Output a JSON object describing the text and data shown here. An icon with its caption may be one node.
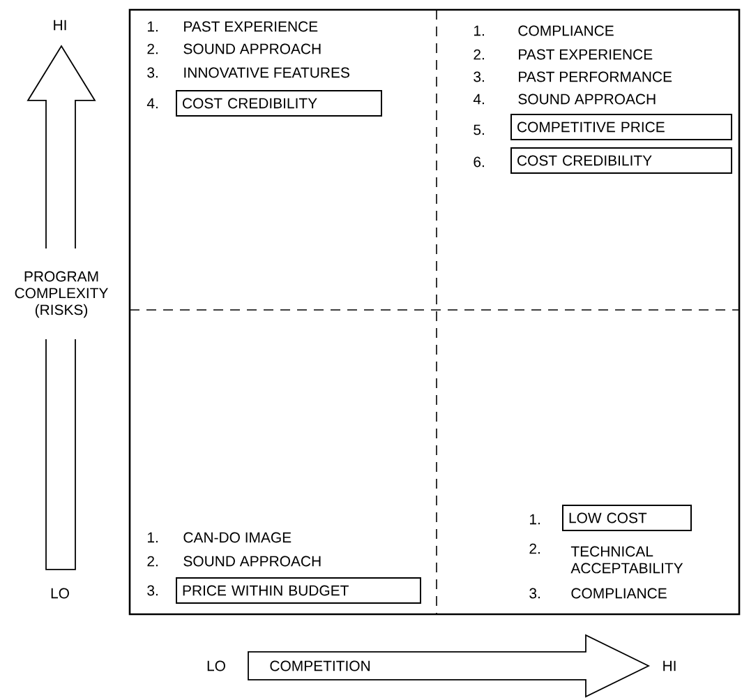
{
  "diagram": {
    "nodes": [
      {
        "text": [
          "COST CREDIBILITY"
        ]
      },
      {
        "text": [
          "COMPETITIVE PRICE"
        ]
      },
      {
        "text": [
          "COST CREDIBILITY"
        ]
      },
      {
        "text": [
          "PRICE WITHIN BUDGET"
        ]
      },
      {
        "text": [
          "LOW COST"
        ]
      }
    ],
    "labels": [
      "HI",
      "1.",
      "PAST EXPERIENCE",
      "2.",
      "SOUND APPROACH",
      "3.",
      "INNOVATIVE FEATURES",
      "4.",
      "1.",
      "COMPLIANCE",
      "2.",
      "PAST EXPERIENCE",
      "3.",
      "PAST PERFORMANCE",
      "4.",
      "SOUND APPROACH",
      "5.",
      "6.",
      "PROGRAM COMPLEXITY (RISKS)",
      "1.",
      "CAN-DO IMAGE",
      "2.",
      "SOUND APPROACH",
      "LO",
      "3.",
      "1.",
      "2.",
      "TECHNICAL ACCEPTABILITY",
      "3.",
      "COMPLIANCE",
      "LO",
      "COMPETITION",
      "HI"
    ]
  }
}
